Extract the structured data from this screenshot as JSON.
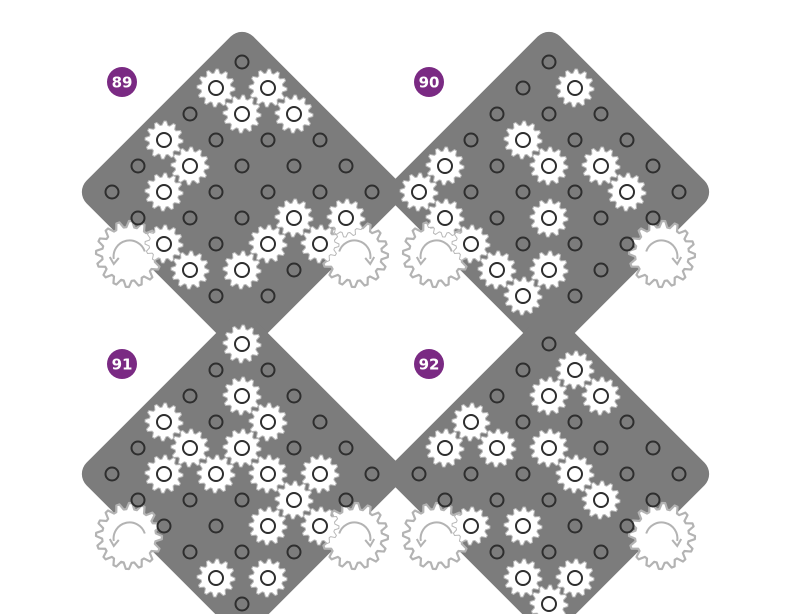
{
  "colors": {
    "board": "#7c7c7c",
    "gear_fill": "#ffffff",
    "gear_outline": "#b8b8b8",
    "peg_stroke": "#2e2e2e",
    "badge": "#7a2a83",
    "badge_text": "#ffffff",
    "driver_stroke": "#b3b3b3"
  },
  "icons": [
    "gear-icon",
    "peg-hole-icon",
    "rotation-arrow-icon"
  ],
  "board_grid": {
    "size": 6
  },
  "puzzles": [
    {
      "number": "89",
      "gears": [
        [
          0,
          1
        ],
        [
          0,
          2
        ],
        [
          1,
          0
        ],
        [
          1,
          1
        ],
        [
          1,
          5
        ],
        [
          2,
          4
        ],
        [
          2,
          5
        ],
        [
          3,
          0
        ],
        [
          3,
          1
        ],
        [
          3,
          4
        ],
        [
          4,
          1
        ],
        [
          4,
          4
        ],
        [
          5,
          2
        ],
        [
          5,
          3
        ]
      ]
    },
    {
      "number": "90",
      "gears": [
        [
          0,
          1
        ],
        [
          1,
          3
        ],
        [
          1,
          4
        ],
        [
          2,
          1
        ],
        [
          2,
          2
        ],
        [
          3,
          3
        ],
        [
          4,
          0
        ],
        [
          4,
          4
        ],
        [
          5,
          0
        ],
        [
          5,
          1
        ],
        [
          5,
          2
        ],
        [
          5,
          3
        ],
        [
          5,
          4
        ]
      ]
    },
    {
      "number": "91",
      "gears": [
        [
          0,
          0
        ],
        [
          1,
          1
        ],
        [
          1,
          2
        ],
        [
          1,
          4
        ],
        [
          2,
          2
        ],
        [
          2,
          3
        ],
        [
          2,
          4
        ],
        [
          2,
          5
        ],
        [
          3,
          0
        ],
        [
          3,
          1
        ],
        [
          3,
          2
        ],
        [
          3,
          4
        ],
        [
          4,
          1
        ],
        [
          4,
          5
        ],
        [
          5,
          4
        ]
      ]
    },
    {
      "number": "92",
      "gears": [
        [
          0,
          1
        ],
        [
          0,
          2
        ],
        [
          1,
          1
        ],
        [
          2,
          2
        ],
        [
          2,
          3
        ],
        [
          2,
          4
        ],
        [
          3,
          0
        ],
        [
          3,
          1
        ],
        [
          4,
          0
        ],
        [
          4,
          3
        ],
        [
          4,
          5
        ],
        [
          5,
          2
        ],
        [
          5,
          4
        ],
        [
          5,
          5
        ]
      ]
    }
  ]
}
